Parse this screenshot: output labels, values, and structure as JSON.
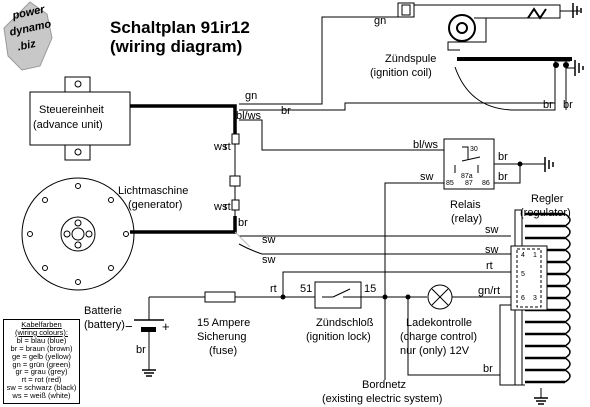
{
  "title": "Schaltplan 91ir12",
  "subtitle": "(wiring diagram)",
  "logo": {
    "l1": "power",
    "l2": "dynamo",
    "l3": ".biz"
  },
  "components": {
    "advance_unit": {
      "de": "Steuereinheit",
      "en": "(advance unit)"
    },
    "generator": {
      "de": "Lichtmaschine",
      "en": "(generator)"
    },
    "ignition_coil": {
      "de": "Zündspule",
      "en": "(ignition coil)"
    },
    "relay": {
      "de": "Relais",
      "en": "(relay)"
    },
    "regulator": {
      "de": "Regler",
      "en": "(regulator)"
    },
    "battery": {
      "de": "Batterie",
      "en": "(battery)"
    },
    "fuse": {
      "l1": "15 Ampere",
      "l2": "Sicherung",
      "l3": "(fuse)"
    },
    "ignition_lock": {
      "de": "Zündschloß",
      "en": "(ignition lock)"
    },
    "charge_control": {
      "de": "Ladekontrolle",
      "en": "(charge control)",
      "note": "nur (only) 12V"
    },
    "electrics": {
      "de": "Bordnetz",
      "en": "(existing electric system)"
    }
  },
  "wire_labels": {
    "gn": "gn",
    "blws": "bl/ws",
    "br": "br",
    "ws": "ws",
    "rt": "rt",
    "sw": "sw",
    "gnrt": "gn/rt"
  },
  "relay_pins": {
    "p30": "30",
    "p85": "85",
    "p87a": "87a",
    "p87": "87",
    "p86": "86"
  },
  "regulator_pins": {
    "p4": "4",
    "p1": "1",
    "p5": "5",
    "p6": "6",
    "p3": "3"
  },
  "lock_pins": {
    "p51": "51",
    "p15": "15"
  },
  "battery_terms": {
    "minus": "−",
    "plus": "+"
  },
  "legend": {
    "title": "Kabelfarben",
    "subtitle": "(wiring colours):",
    "items": [
      "bl = blau (blue)",
      "br = braun (brown)",
      "ge = gelb (yellow)",
      "gn = grün (green)",
      "gr = grau (grey)",
      "rt = rot (red)",
      "sw = schwarz (black)",
      "ws = weiß (white)"
    ]
  }
}
